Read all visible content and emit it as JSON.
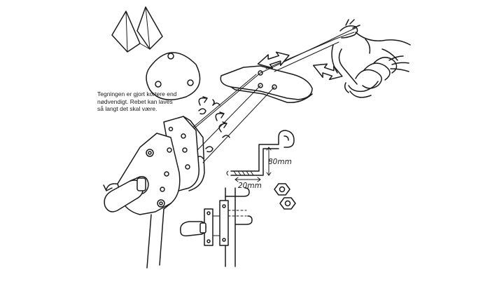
{
  "caption": {
    "lines": [
      "Tegningen er gjort kortere end",
      "nødvendigt. Rebet kan laves",
      "så langt det skal være."
    ]
  },
  "dimensions": {
    "height_label": "80mm",
    "width_label": "20mm"
  },
  "colors": {
    "ink": "#1a1a1a",
    "paper": "#ffffff"
  }
}
